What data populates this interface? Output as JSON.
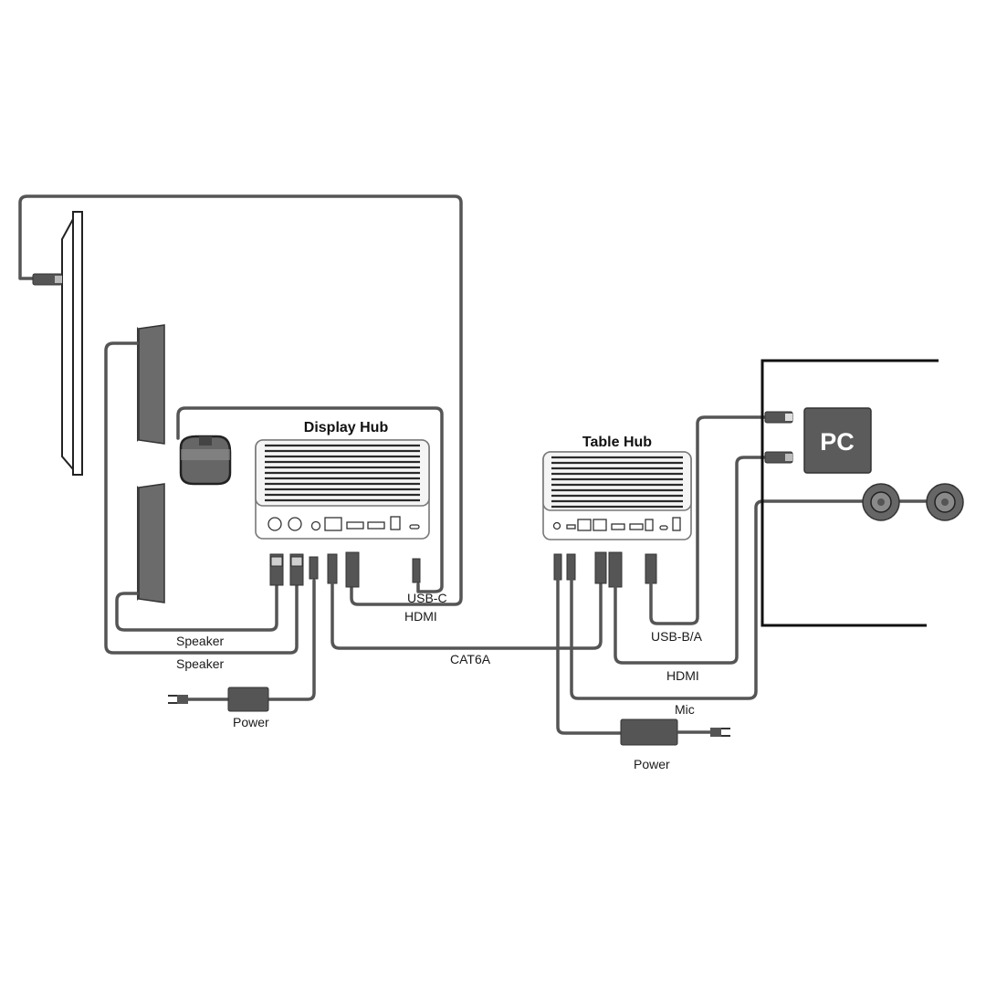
{
  "hubs": {
    "display_hub": {
      "title": "Display Hub"
    },
    "table_hub": {
      "title": "Table Hub"
    }
  },
  "devices": {
    "pc": {
      "label": "PC"
    }
  },
  "cable_labels": {
    "usb_c": "USB-C",
    "hdmi_display": "HDMI",
    "speaker_1": "Speaker",
    "speaker_2": "Speaker",
    "cat6a": "CAT6A",
    "power_display": "Power",
    "usb_b_a": "USB-B/A",
    "hdmi_table": "HDMI",
    "mic": "Mic",
    "power_table": "Power"
  },
  "colors": {
    "cable": "#555555",
    "device_dark": "#5b5b5b",
    "wall": "#111111"
  }
}
